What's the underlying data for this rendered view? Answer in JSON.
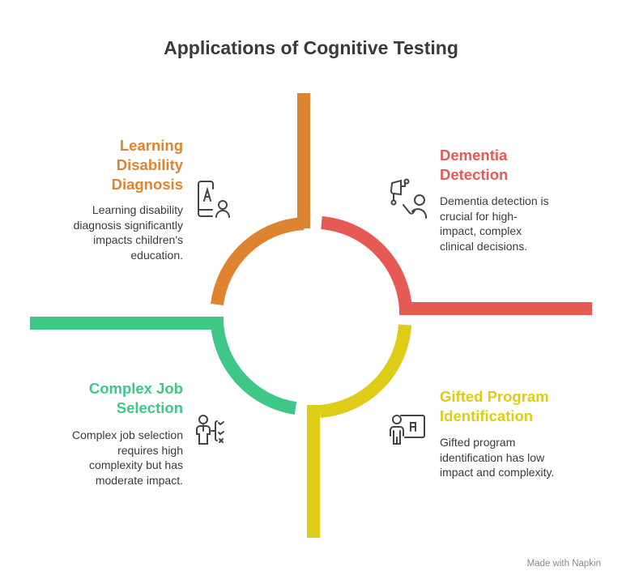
{
  "title": "Applications of Cognitive Testing",
  "colors": {
    "orange": "#DE8431",
    "red": "#E55A55",
    "yellow": "#DFCC17",
    "green": "#3EC787"
  },
  "sections": [
    {
      "title": "Learning Disability Diagnosis",
      "title_lines": [
        "Learning",
        "Disability",
        "Diagnosis"
      ],
      "description_lines": [
        "Learning disability",
        "diagnosis significantly",
        "impacts children's",
        "education."
      ],
      "icon": "reading-person-icon"
    },
    {
      "title": "Dementia Detection",
      "title_lines": [
        "Dementia",
        "Detection"
      ],
      "description_lines": [
        "Dementia detection is",
        "crucial for high-",
        "impact, complex",
        "clinical decisions."
      ],
      "icon": "brain-scan-person-icon"
    },
    {
      "title": "Complex Job Selection",
      "title_lines": [
        "Complex Job",
        "Selection"
      ],
      "description_lines": [
        "Complex job selection",
        "requires high",
        "complexity but has",
        "moderate impact."
      ],
      "icon": "person-checklist-icon"
    },
    {
      "title": "Gifted Program Identification",
      "title_lines": [
        "Gifted Program",
        "Identification"
      ],
      "description_lines": [
        "Gifted program",
        "identification has low",
        "impact and complexity."
      ],
      "icon": "student-board-icon"
    }
  ],
  "footer": "Made with Napkin"
}
